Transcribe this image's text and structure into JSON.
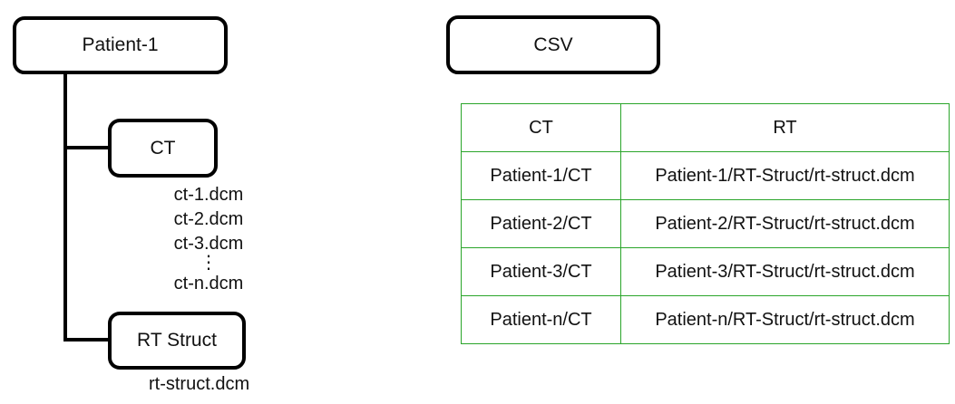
{
  "tree": {
    "root_label": "Patient-1",
    "ct_label": "CT",
    "ct_files": [
      "ct-1.dcm",
      "ct-2.dcm",
      "ct-3.dcm"
    ],
    "ellipsis": "⋮",
    "ct_last_file": "ct-n.dcm",
    "rt_label": "RT Struct",
    "rt_file": "rt-struct.dcm"
  },
  "csv": {
    "title": "CSV",
    "headers": [
      "CT",
      "RT"
    ],
    "rows": [
      [
        "Patient-1/CT",
        "Patient-1/RT-Struct/rt-struct.dcm"
      ],
      [
        "Patient-2/CT",
        "Patient-2/RT-Struct/rt-struct.dcm"
      ],
      [
        "Patient-3/CT",
        "Patient-3/RT-Struct/rt-struct.dcm"
      ],
      [
        "Patient-n/CT",
        "Patient-n/RT-Struct/rt-struct.dcm"
      ]
    ]
  },
  "colors": {
    "box_border": "#000000",
    "table_border": "#2aa52a"
  }
}
